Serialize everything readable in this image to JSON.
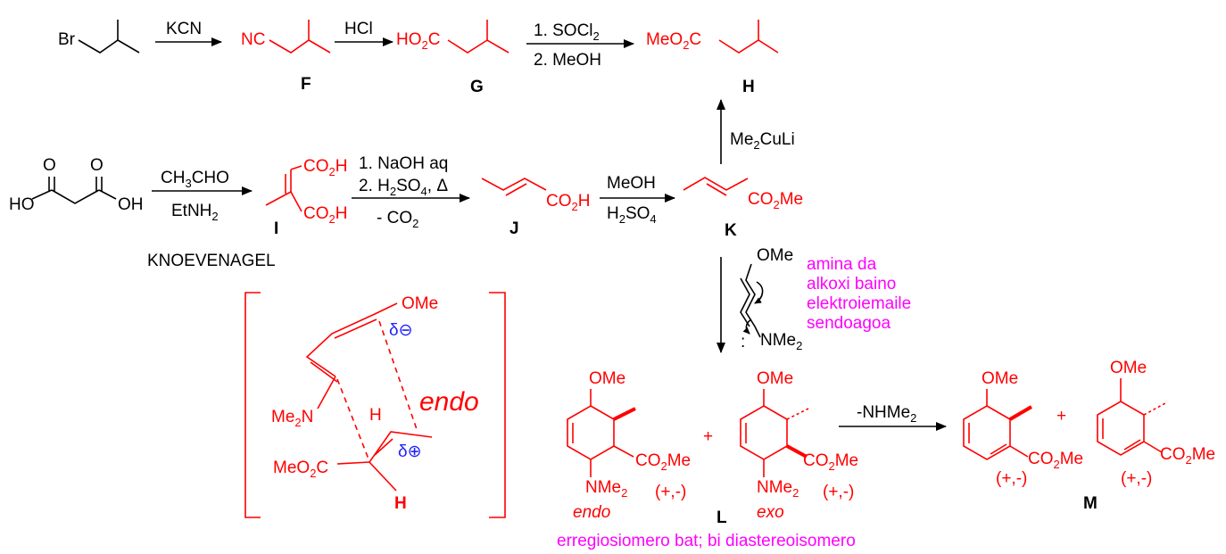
{
  "reagents": {
    "kcn": "KCN",
    "hcl": "HCl",
    "socl2_step1": "1. SOCl",
    "socl2_sub": "2",
    "meoh_step2": "2. MeOH",
    "me2culi_a": "Me",
    "me2culi_sub": "2",
    "me2culi_b": "CuLi",
    "ch3cho_a": "CH",
    "ch3cho_sub": "3",
    "ch3cho_b": "CHO",
    "etnh2_a": "EtNH",
    "etnh2_sub": "2",
    "naoh": "1. NaOH aq",
    "h2so4_a": "2. H",
    "h2so4_sub1": "2",
    "h2so4_b": "SO",
    "h2so4_sub2": "4",
    "h2so4_c": ", Δ",
    "minus_co2_a": "- CO",
    "minus_co2_sub": "2",
    "meoh": "MeOH",
    "h2so4b_a": "H",
    "h2so4b_sub1": "2",
    "h2so4b_b": "SO",
    "h2so4b_sub2": "4",
    "minus_nhme2_a": "-NHMe",
    "minus_nhme2_sub": "2"
  },
  "labels": {
    "br": "Br",
    "nc": "NC",
    "ho2c_a": "HO",
    "ho2c_sub": "2",
    "ho2c_b": "C",
    "meo2c_a": "MeO",
    "meo2c_sub": "2",
    "meo2c_b": "C",
    "co2h_a": "CO",
    "co2h_sub": "2",
    "co2h_b": "H",
    "co2me_a": "CO",
    "co2me_sub": "2",
    "co2me_b": "Me",
    "o": "O",
    "ho": "HO",
    "oh": "OH",
    "ome": "OMe",
    "nme2_a": "NMe",
    "nme2_sub": "2",
    "me2n_a": "Me",
    "me2n_sub": "2",
    "me2n_b": "N",
    "h": "H",
    "delta_minus": "δ⊖",
    "delta_plus": "δ⊕",
    "endo_big": "endo",
    "endo": "endo",
    "exo": "exo",
    "racemic": "(+,-)",
    "plus": "+",
    "lone_pair": ":",
    "knoevenagel": "KNOEVENAGEL"
  },
  "compounds": {
    "F": "F",
    "G": "G",
    "H": "H",
    "I": "I",
    "J": "J",
    "K": "K",
    "L": "L",
    "M": "M"
  },
  "notes": {
    "diene_line1": "amina da",
    "diene_line2": "alkoxi baino",
    "diene_line3": "elektroiemaile",
    "diene_line4": "sendoagoa",
    "regio": "erregiosiomero bat; bi diastereoisomero"
  },
  "colors": {
    "product": "#ff0000",
    "note": "#ff00ff",
    "charge": "#1f1fff",
    "reagent": "#000000"
  }
}
